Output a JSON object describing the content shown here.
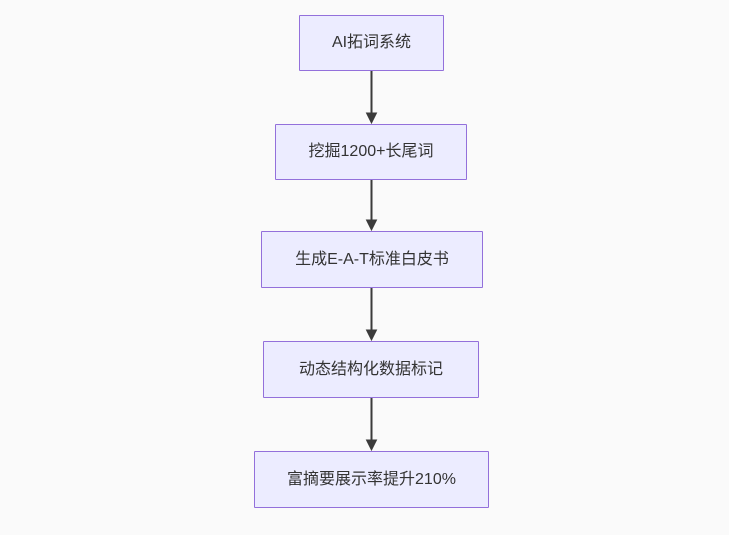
{
  "diagram": {
    "type": "flowchart",
    "direction": "top-down",
    "nodes": [
      {
        "id": "n1",
        "label": "AI拓词系统"
      },
      {
        "id": "n2",
        "label": "挖掘1200+长尾词"
      },
      {
        "id": "n3",
        "label": "生成E-A-T标准白皮书"
      },
      {
        "id": "n4",
        "label": "动态结构化数据标记"
      },
      {
        "id": "n5",
        "label": "富摘要展示率提升210%"
      }
    ],
    "edges": [
      {
        "from": "n1",
        "to": "n2"
      },
      {
        "from": "n2",
        "to": "n3"
      },
      {
        "from": "n3",
        "to": "n4"
      },
      {
        "from": "n4",
        "to": "n5"
      }
    ],
    "colors": {
      "background": "#fafafa",
      "node_fill": "#ececff",
      "node_border": "#9370db",
      "text": "#333333",
      "arrow": "#3b3b3b"
    }
  }
}
